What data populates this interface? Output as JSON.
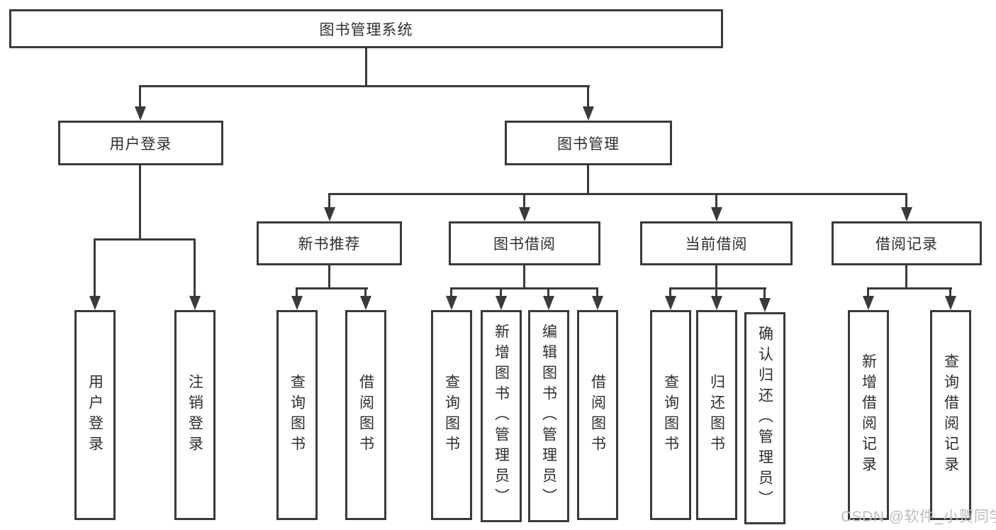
{
  "colors": {
    "line": "#3a3a3a",
    "text": "#2e2e2e",
    "watermark": "#bdbdbd",
    "background": "#ffffff"
  },
  "watermark": "CSDN @软件_小贺同学",
  "tree": {
    "label": "图书管理系统",
    "children": [
      {
        "label": "用户登录",
        "children": [
          {
            "label": "用户登录"
          },
          {
            "label": "注销登录"
          }
        ]
      },
      {
        "label": "图书管理",
        "children": [
          {
            "label": "新书推荐",
            "children": [
              {
                "label": "查询图书"
              },
              {
                "label": "借阅图书"
              }
            ]
          },
          {
            "label": "图书借阅",
            "children": [
              {
                "label": "查询图书"
              },
              {
                "label": "新增图书（管理员）"
              },
              {
                "label": "编辑图书（管理员）"
              },
              {
                "label": "借阅图书"
              }
            ]
          },
          {
            "label": "当前借阅",
            "children": [
              {
                "label": "查询图书"
              },
              {
                "label": "归还图书"
              },
              {
                "label": "确认归还（管理员）"
              }
            ]
          },
          {
            "label": "借阅记录",
            "children": [
              {
                "label": "新增借阅记录"
              },
              {
                "label": "查询借阅记录"
              }
            ]
          }
        ]
      }
    ]
  }
}
